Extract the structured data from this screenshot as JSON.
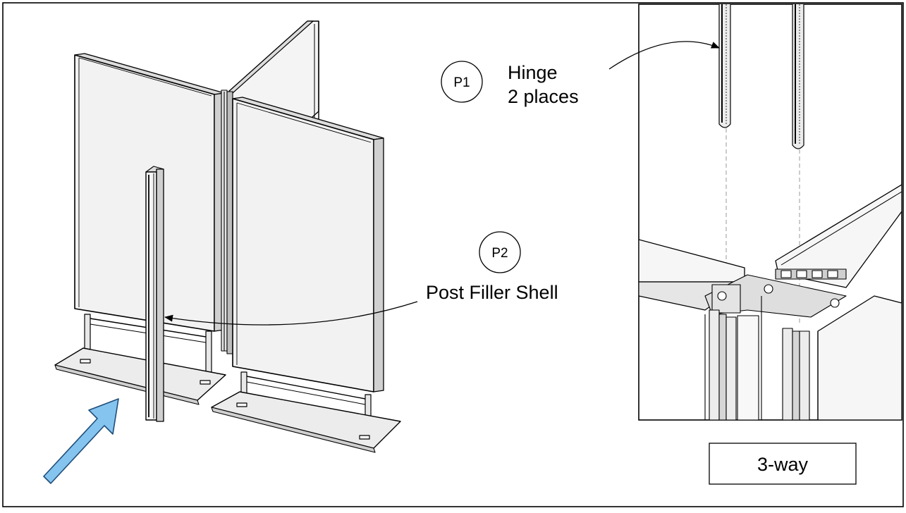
{
  "callouts": {
    "p1": {
      "badge": "P1",
      "line1": "Hinge",
      "line2": "2 places"
    },
    "p2": {
      "badge": "P2",
      "label": "Post Filler Shell"
    }
  },
  "detail": {
    "caption": "3-way"
  },
  "colors": {
    "arrow_fill": "#86c4f0",
    "arrow_stroke": "#1f4e79",
    "panel_fill": "#f2f2f2",
    "line": "#000000"
  },
  "icons": {
    "direction_arrow": "blue-arrow-icon",
    "leader": "curved-leader-arrow-icon"
  }
}
